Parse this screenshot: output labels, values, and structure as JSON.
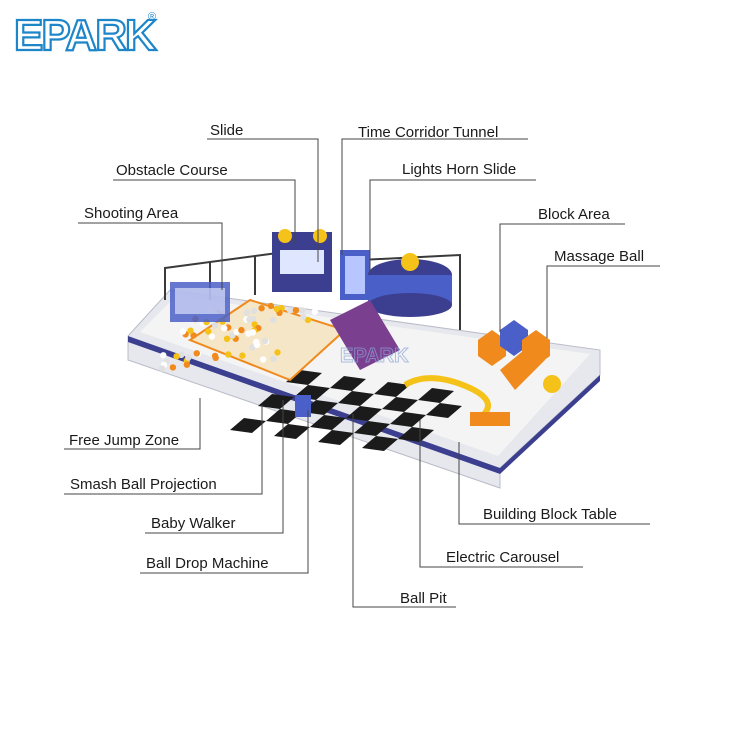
{
  "logo": {
    "text": "EPARK",
    "registered": "®",
    "color": "#1e86c8"
  },
  "colors": {
    "line": "#444444",
    "navy": "#3c3f8f",
    "royal": "#4b5fc8",
    "orange": "#f08a1c",
    "yellow": "#f5c219",
    "wall": "#e6e8ee",
    "checker_dark": "#1b1b1b",
    "checker_light": "#f4f4f4"
  },
  "labels": {
    "slide": "Slide",
    "time_corridor_tunnel": "Time Corridor Tunnel",
    "obstacle_course": "Obstacle Course",
    "lights_horn_slide": "Lights Horn Slide",
    "shooting_area": "Shooting Area",
    "block_area": "Block Area",
    "massage_ball": "Massage Ball",
    "free_jump_zone": "Free Jump Zone",
    "smash_ball_projection": "Smash Ball Projection",
    "baby_walker": "Baby Walker",
    "ball_drop_machine": "Ball Drop Machine",
    "building_block_table": "Building Block Table",
    "electric_carousel": "Electric Carousel",
    "ball_pit": "Ball Pit"
  },
  "watermark": "EPARK"
}
